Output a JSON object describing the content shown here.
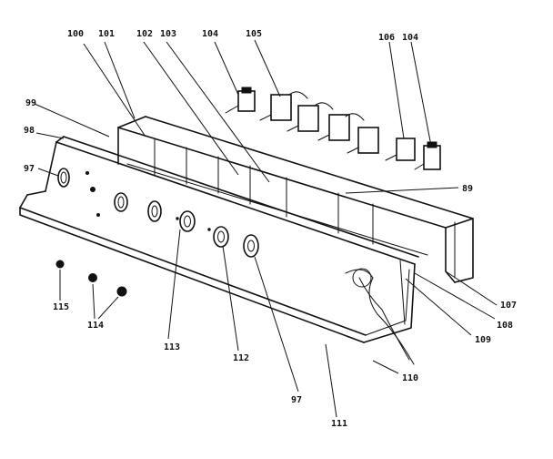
{
  "callouts": {
    "c100": "100",
    "c101": "101",
    "c102": "102",
    "c103": "103",
    "c104a": "104",
    "c105": "105",
    "c106": "106",
    "c104b": "104",
    "c99": "99",
    "c98": "98",
    "c97a": "97",
    "c89": "89",
    "c115": "115",
    "c114": "114",
    "c113": "113",
    "c112": "112",
    "c97b": "97",
    "c111": "111",
    "c110": "110",
    "c109": "109",
    "c108": "108",
    "c107": "107"
  }
}
